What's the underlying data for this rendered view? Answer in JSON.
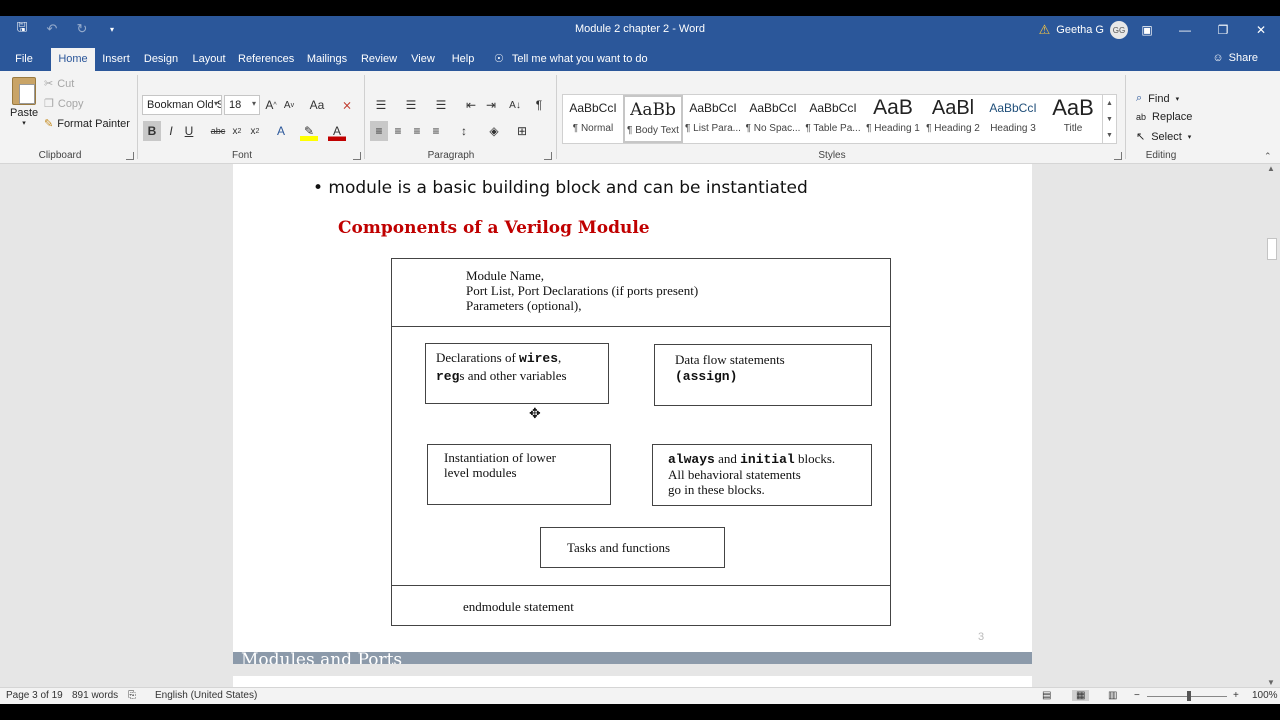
{
  "app": {
    "title": "Module 2 chapter 2  -  Word",
    "user_name": "Geetha G",
    "user_initials": "GG"
  },
  "tabs": [
    "File",
    "Home",
    "Insert",
    "Design",
    "Layout",
    "References",
    "Mailings",
    "Review",
    "View",
    "Help"
  ],
  "tell_me": "Tell me what you want to do",
  "share": "Share",
  "clipboard": {
    "paste": "Paste",
    "cut": "Cut",
    "copy": "Copy",
    "format_painter": "Format Painter",
    "group": "Clipboard"
  },
  "font": {
    "family": "Bookman Old S",
    "size": "18",
    "group": "Font"
  },
  "paragraph": {
    "group": "Paragraph"
  },
  "styles": {
    "group": "Styles",
    "items": [
      {
        "sample": "AaBbCcI",
        "name": "¶ Normal"
      },
      {
        "sample": "AaBb",
        "name": "¶ Body Text"
      },
      {
        "sample": "AaBbCcI",
        "name": "¶ List Para..."
      },
      {
        "sample": "AaBbCcI",
        "name": "¶ No Spac..."
      },
      {
        "sample": "AaBbCcI",
        "name": "¶ Table Pa..."
      },
      {
        "sample": "AaB",
        "name": "¶ Heading 1"
      },
      {
        "sample": "AaBl",
        "name": "¶ Heading 2"
      },
      {
        "sample": "AaBbCcI",
        "name": "Heading 3"
      },
      {
        "sample": "AaB",
        "name": "Title"
      }
    ]
  },
  "editing": {
    "find": "Find",
    "replace": "Replace",
    "select": "Select",
    "group": "Editing"
  },
  "document": {
    "bullet": "• module is a basic building block and can be instantiated",
    "heading": "Components of a Verilog Module",
    "diagram": {
      "header_line1": "Module Name,",
      "header_line2": "Port List, Port Declarations (if ports present)",
      "header_line3": "Parameters (optional),",
      "decl_prefix": "Declarations of ",
      "decl_wires": "wires",
      "decl_comma": ",",
      "decl_regs": "reg",
      "decl_rest": "s and other variables",
      "dataflow_line1": "Data flow statements",
      "dataflow_line2": "(assign)",
      "inst_line1": "Instantiation of lower",
      "inst_line2": "level modules",
      "always_kw": "always",
      "always_and": " and ",
      "initial_kw": "initial",
      "always_rest": " blocks.",
      "behav_line2": "All behavioral statements",
      "behav_line3": " go in these blocks.",
      "tasks": "Tasks and functions",
      "endmodule": "endmodule statement"
    },
    "slide_number": "3",
    "next_slide_title": "Modules and Ports"
  },
  "status": {
    "page": "Page 3 of 19",
    "words": "891 words",
    "language": "English (United States)",
    "zoom": "100%"
  }
}
